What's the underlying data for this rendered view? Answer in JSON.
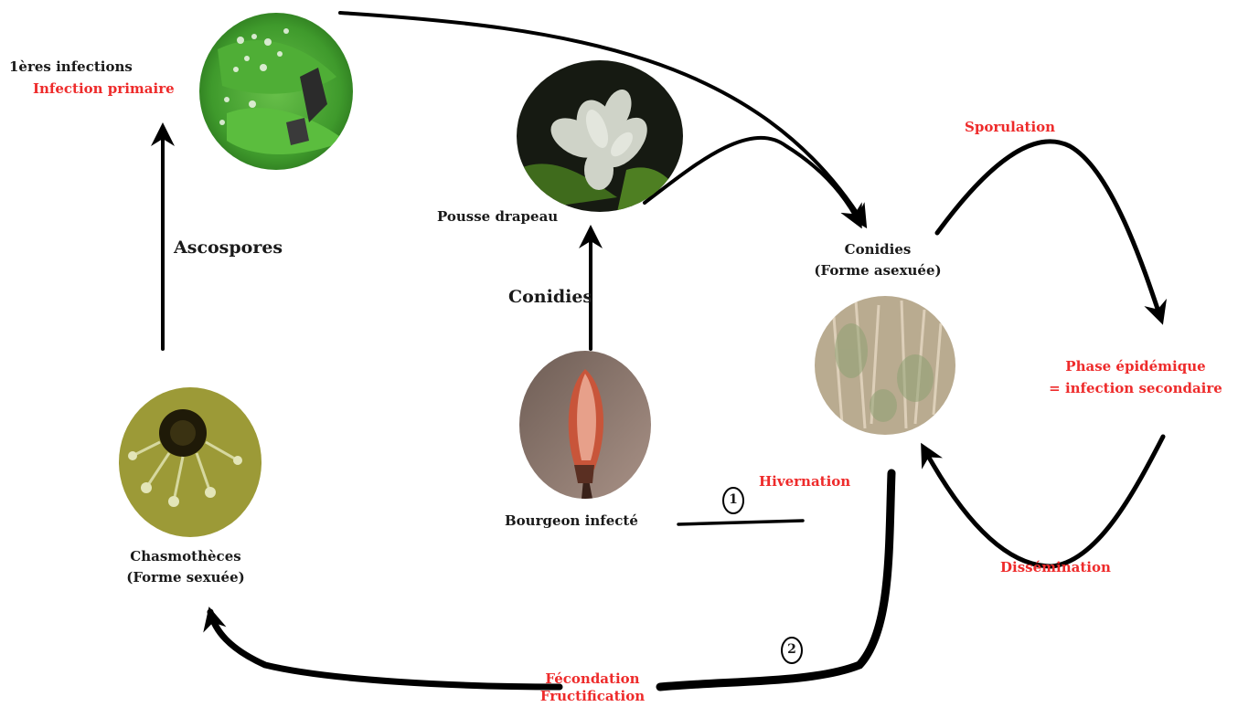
{
  "labels": {
    "premieres_infections": "1ères infections",
    "infection_primaire": "Infection primaire",
    "ascospores": "Ascospores",
    "pousse_drapeau": "Pousse drapeau",
    "conidies_arrow": "Conidies",
    "conidies_title": "Conidies",
    "conidies_subtitle": "(Forme asexuée)",
    "sporulation": "Sporulation",
    "phase_epidemique_1": "Phase épidémique",
    "phase_epidemique_2": "= infection secondaire",
    "dissemination": "Dissémination",
    "hivernation": "Hivernation",
    "bourgeon_infecte": "Bourgeon infecté",
    "chasmotheces_1": "Chasmothèces",
    "chasmotheces_2": "(Forme sexuée)",
    "fecondation": "Fécondation",
    "fructification": "Fructification",
    "marker_1": "1",
    "marker_2": "2"
  },
  "colors": {
    "highlight_red": "#ee2b2b",
    "text_dark": "#1a1a1a",
    "arrow": "#000000"
  },
  "icons": [
    "oak-leaf-powdery-mildew-photo",
    "flag-shoot-photo",
    "conidia-microscope-photo",
    "infected-bud-photo",
    "chasmothecia-microscope-photo"
  ]
}
